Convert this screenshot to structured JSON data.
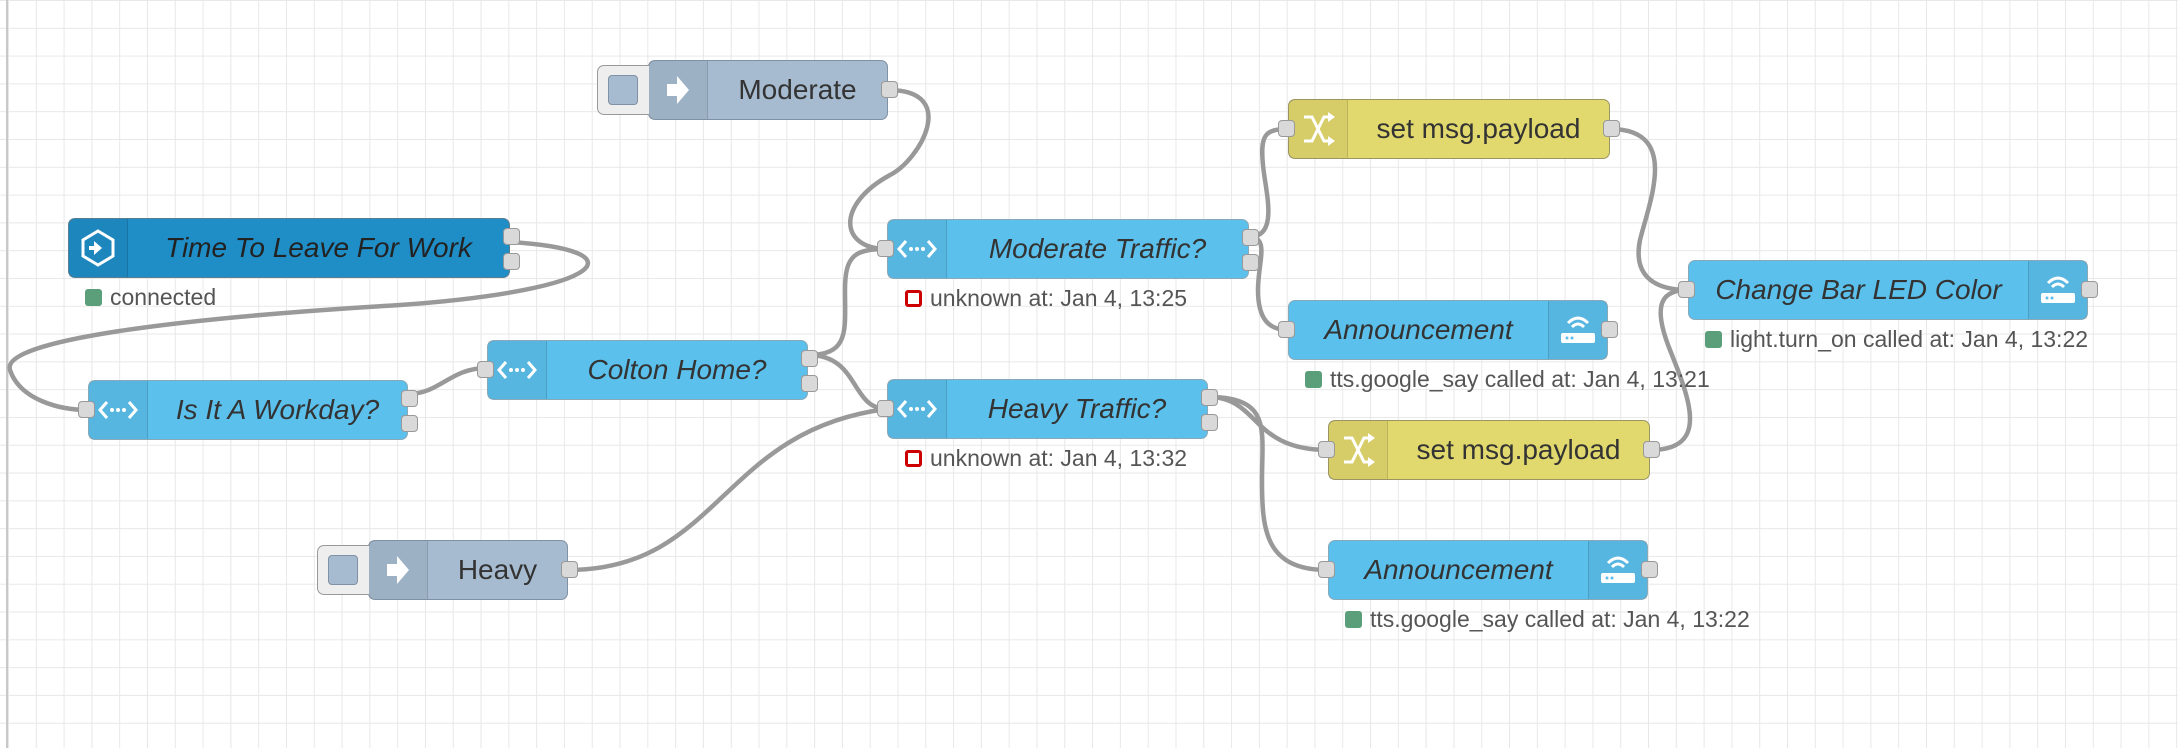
{
  "nodes": {
    "time_to_leave": {
      "label": "Time To Leave For Work",
      "status": "connected",
      "status_color": "green"
    },
    "is_workday": {
      "label": "Is It A Workday?"
    },
    "colton_home": {
      "label": "Colton Home?"
    },
    "moderate_inject": {
      "label": "Moderate"
    },
    "heavy_inject": {
      "label": "Heavy"
    },
    "moderate_traffic": {
      "label": "Moderate Traffic?",
      "status": "unknown at: Jan 4, 13:25",
      "status_color": "red"
    },
    "heavy_traffic": {
      "label": "Heavy Traffic?",
      "status": "unknown at: Jan 4, 13:32",
      "status_color": "red"
    },
    "set_payload_top": {
      "label": "set msg.payload"
    },
    "set_payload_bottom": {
      "label": "set msg.payload"
    },
    "announcement_top": {
      "label": "Announcement",
      "status": "tts.google_say called at: Jan 4, 13:21",
      "status_color": "green"
    },
    "announcement_bottom": {
      "label": "Announcement",
      "status": "tts.google_say called at: Jan 4, 13:22",
      "status_color": "green"
    },
    "change_bar_led": {
      "label": "Change Bar LED Color",
      "status": "light.turn_on called at: Jan 4, 13:22",
      "status_color": "green"
    }
  },
  "colors": {
    "node_blue": "#5bc0eb",
    "node_darkblue": "#1f8ec7",
    "node_yellow": "#e2d96e",
    "node_gray": "#a6bbcf",
    "wire": "#999999",
    "status_green": "#5a9f7a",
    "status_red": "#cc0000"
  },
  "icons": {
    "events_state": "events-state-icon",
    "switch": "switch-icon",
    "inject": "inject-arrow-icon",
    "change": "shuffle-icon",
    "call_service": "router-icon"
  }
}
